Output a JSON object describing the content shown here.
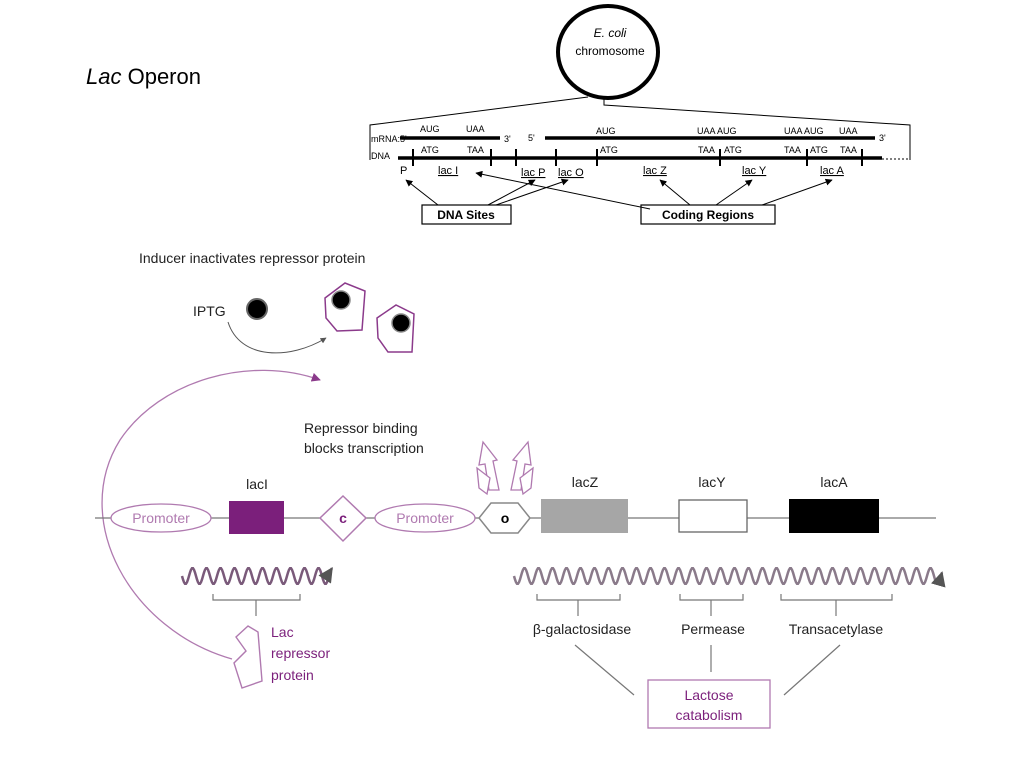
{
  "title": {
    "italic": "Lac",
    "rest": " Operon"
  },
  "chromosome": {
    "line1": "E. coli",
    "line2": "chromosome"
  },
  "map": {
    "mrna_label": "mRNA:5'",
    "dna_label": "DNA",
    "mrna_left": {
      "codons": [
        "AUG",
        "UAA"
      ],
      "three_prime": "3'"
    },
    "mrna_right": {
      "five_prime": "5'",
      "codons": [
        "AUG",
        "UAA AUG",
        "UAA AUG",
        "UAA"
      ],
      "three_prime": "3'"
    },
    "dna_codons": [
      "ATG",
      "TAA",
      "ATG",
      "TAA",
      "ATG",
      "TAA",
      "ATG",
      "TAA"
    ],
    "p_label": "P",
    "regions": [
      "lac I",
      "lac P",
      "lac O",
      "lac Z",
      "lac Y",
      "lac A"
    ],
    "dna_sites_label": "DNA Sites",
    "coding_regions_label": "Coding Regions"
  },
  "induction": {
    "heading": "Inducer inactivates repressor protein",
    "iptg_label": "IPTG"
  },
  "repression": {
    "line1": "Repressor binding",
    "line2": "blocks transcription"
  },
  "operon": {
    "promoter1": "Promoter",
    "laci": "lacI",
    "c_label": "c",
    "promoter2": "Promoter",
    "operator": "o",
    "lacz": "lacZ",
    "lacy": "lacY",
    "laca": "lacA"
  },
  "products": {
    "repressor": [
      "Lac",
      "repressor",
      "protein"
    ],
    "b_gal": "β-galactosidase",
    "permease": "Permease",
    "transacetylase": "Transacetylase",
    "catabolism": [
      "Lactose",
      "catabolism"
    ]
  },
  "colors": {
    "purple": "#7b1f7b",
    "light_purple": "#b07ab0",
    "gray": "#a6a6a6",
    "line": "#777777"
  }
}
